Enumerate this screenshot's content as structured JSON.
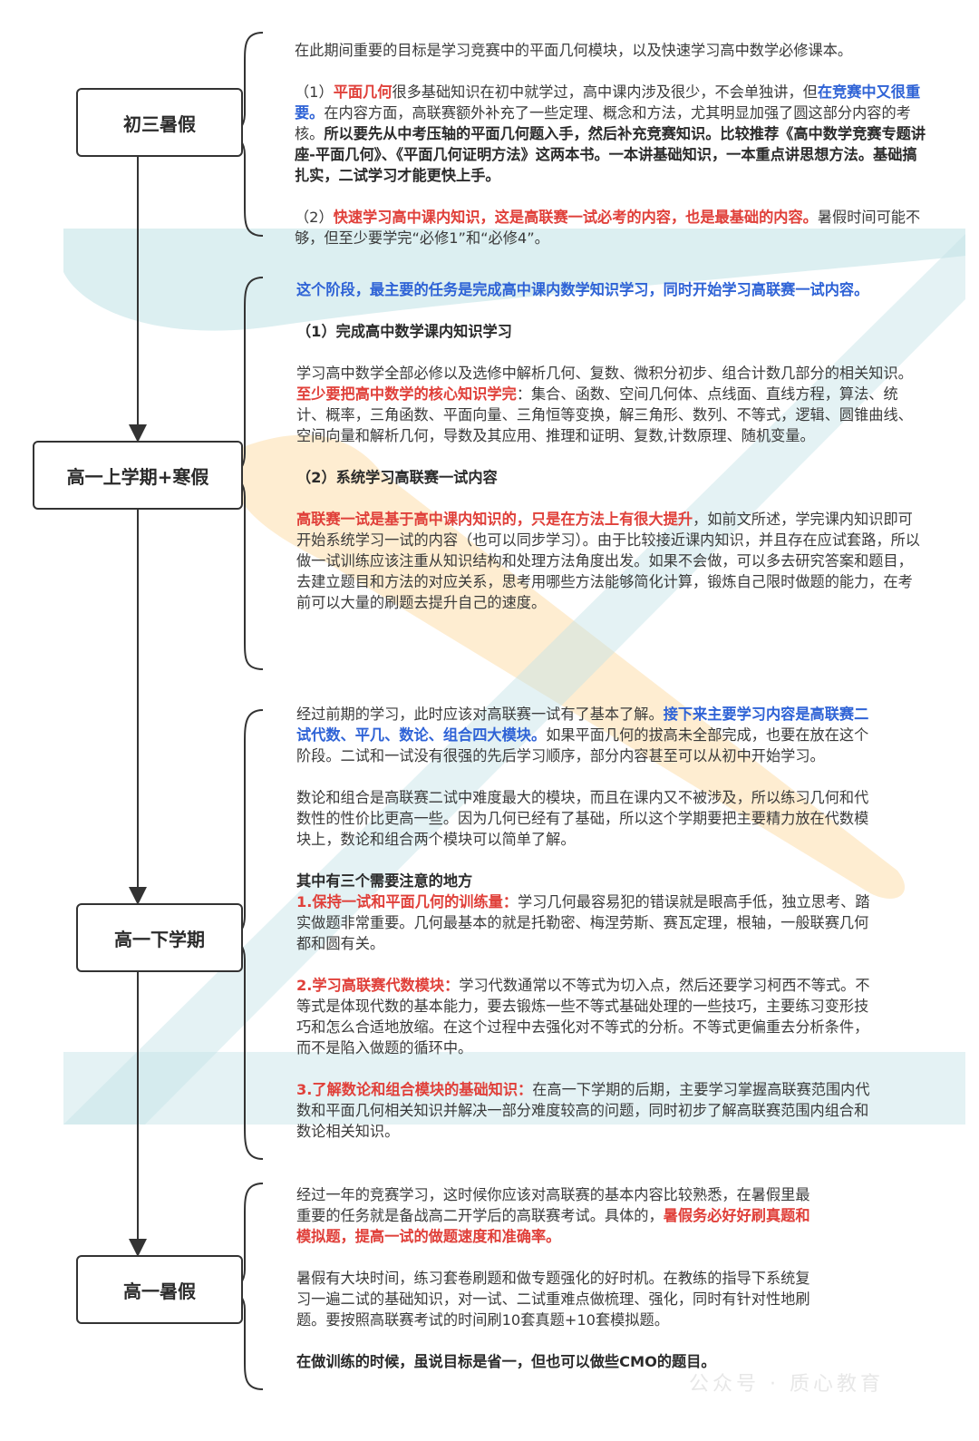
{
  "stages": [
    {
      "label": "初三暑假"
    },
    {
      "label": "高一上学期+寒假"
    },
    {
      "label": "高一下学期"
    },
    {
      "label": "高一暑假"
    }
  ],
  "s1": {
    "p1": "在此期间重要的目标是学习竞赛中的平面几何模块，以及快速学习高中数学必修课本。",
    "p2_a": "（1）",
    "p2_b": "平面几何",
    "p2_c": "很多基础知识在初中就学过，高中课内涉及很少，不会单独讲，但",
    "p2_d": "在竞赛中又很重要。",
    "p2_e": "在内容方面，高联赛额外补充了一些定理、概念和方法，尤其明显加强了圆这部分内容的考核。",
    "p2_f": "所以要先从中考压轴的平面几何题入手，然后补充竞赛知识。比较推荐《高中数学竞赛专题讲座-平面几何》、《平面几何证明方法》这两本书。一本讲基础知识，一本重点讲思想方法。基础搞扎实，二试学习才能更快上手。",
    "p3_a": "（2）",
    "p3_b": "快速学习高中课内知识，这是高联赛一试必考的内容，也是最基础的内容。",
    "p3_c": "暑假时间可能不够，但至少要学完“必修1”和“必修4”。"
  },
  "s2": {
    "intro": "这个阶段，最主要的任务是完成高中课内数学知识学习，同时开始学习高联赛一试内容。",
    "h1": "（1）完成高中数学课内知识学习",
    "p1_a": "学习高中数学全部必修以及选修中解析几何、复数、微积分初步、组合计数几部分的相关知识。",
    "p1_b": "至少要把高中数学的核心知识学完",
    "p1_c": "：集合、函数、空间几何体、点线面、直线方程，算法、统计、概率，三角函数、平面向量、三角恒等变换，解三角形、数列、不等式，逻辑、圆锥曲线、空间向量和解析几何，导数及其应用、推理和证明、复数,计数原理、随机变量。",
    "h2": "（2）系统学习高联赛一试内容",
    "p2_a": "高联赛一试是基于高中课内知识的，只是在方法上有很大提升",
    "p2_b": "，如前文所述，学完课内知识即可开始系统学习一试的内容（也可以同步学习）。由于比较接近课内知识，并且存在应试套路，所以做一试训练应该注重从知识结构和处理方法角度出发。如果不会做，可以多去研究答案和题目，去建立题目和方法的对应关系，思考用哪些方法能够简化计算，锻炼自己限时做题的能力，在考前可以大量的刷题去提升自己的速度。"
  },
  "s3": {
    "p1_a": "经过前期的学习，此时应该对高联赛一试有了基本了解。",
    "p1_b": "接下来主要学习内容是高联赛二试代数、平几、数论、组合四大模块。",
    "p1_c": "如果平面几何的拔高未全部完成，也要在放在这个阶段。二试和一试没有很强的先后学习顺序，部分内容甚至可以从初中开始学习。",
    "p2": "数论和组合是高联赛二试中难度最大的模块，而且在课内又不被涉及，所以练习几何和代数性的性价比更高一些。因为几何已经有了基础，所以这个学期要把主要精力放在代数模块上，数论和组合两个模块可以简单了解。",
    "h": "其中有三个需要注意的地方",
    "i1_a": "1.保持一试和平面几何的训练量：",
    "i1_b": "学习几何最容易犯的错误就是眼高手低，独立思考、踏实做题非常重要。几何最基本的就是托勒密、梅涅劳斯、赛瓦定理，根轴，一般联赛几何都和圆有关。",
    "i2_a": "2.学习高联赛代数模块：",
    "i2_b": "学习代数通常以不等式为切入点，然后还要学习柯西不等式。不等式是体现代数的基本能力，要去锻炼一些不等式基础处理的一些技巧，主要练习变形技巧和怎么合适地放缩。在这个过程中去强化对不等式的分析。不等式更偏重去分析条件，而不是陷入做题的循环中。",
    "i3_a": "3.了解数论和组合模块的基础知识：",
    "i3_b": "在高一下学期的后期，主要学习掌握高联赛范围内代数和平面几何相关知识并解决一部分难度较高的问题，同时初步了解高联赛范围内组合和数论相关知识。"
  },
  "s4": {
    "p1_a": "经过一年的竞赛学习，这时候你应该对高联赛的基本内容比较熟悉，在暑假里最重要的任务就是备战高二开学后的高联赛考试。具体的，",
    "p1_b": "暑假务必好好刷真题和模拟题，提高一试的做题速度和准确率。",
    "p2": "暑假有大块时间，练习套卷刷题和做专题强化的好时机。在教练的指导下系统复习一遍二试的基础知识，对一试、二试重难点做梳理、强化，同时有针对性地刷题。要按照高联赛考试的时间刷10套真题+10套模拟题。",
    "p3": "在做训练的时候，虽说目标是省一，但也可以做些CMO的题目。"
  },
  "watermark": "公众号 · 质心教育",
  "colors": {
    "red": "#e0403a",
    "blue": "#2f63d6",
    "teal": "#b9dfe3",
    "orange": "#fde6bd"
  }
}
